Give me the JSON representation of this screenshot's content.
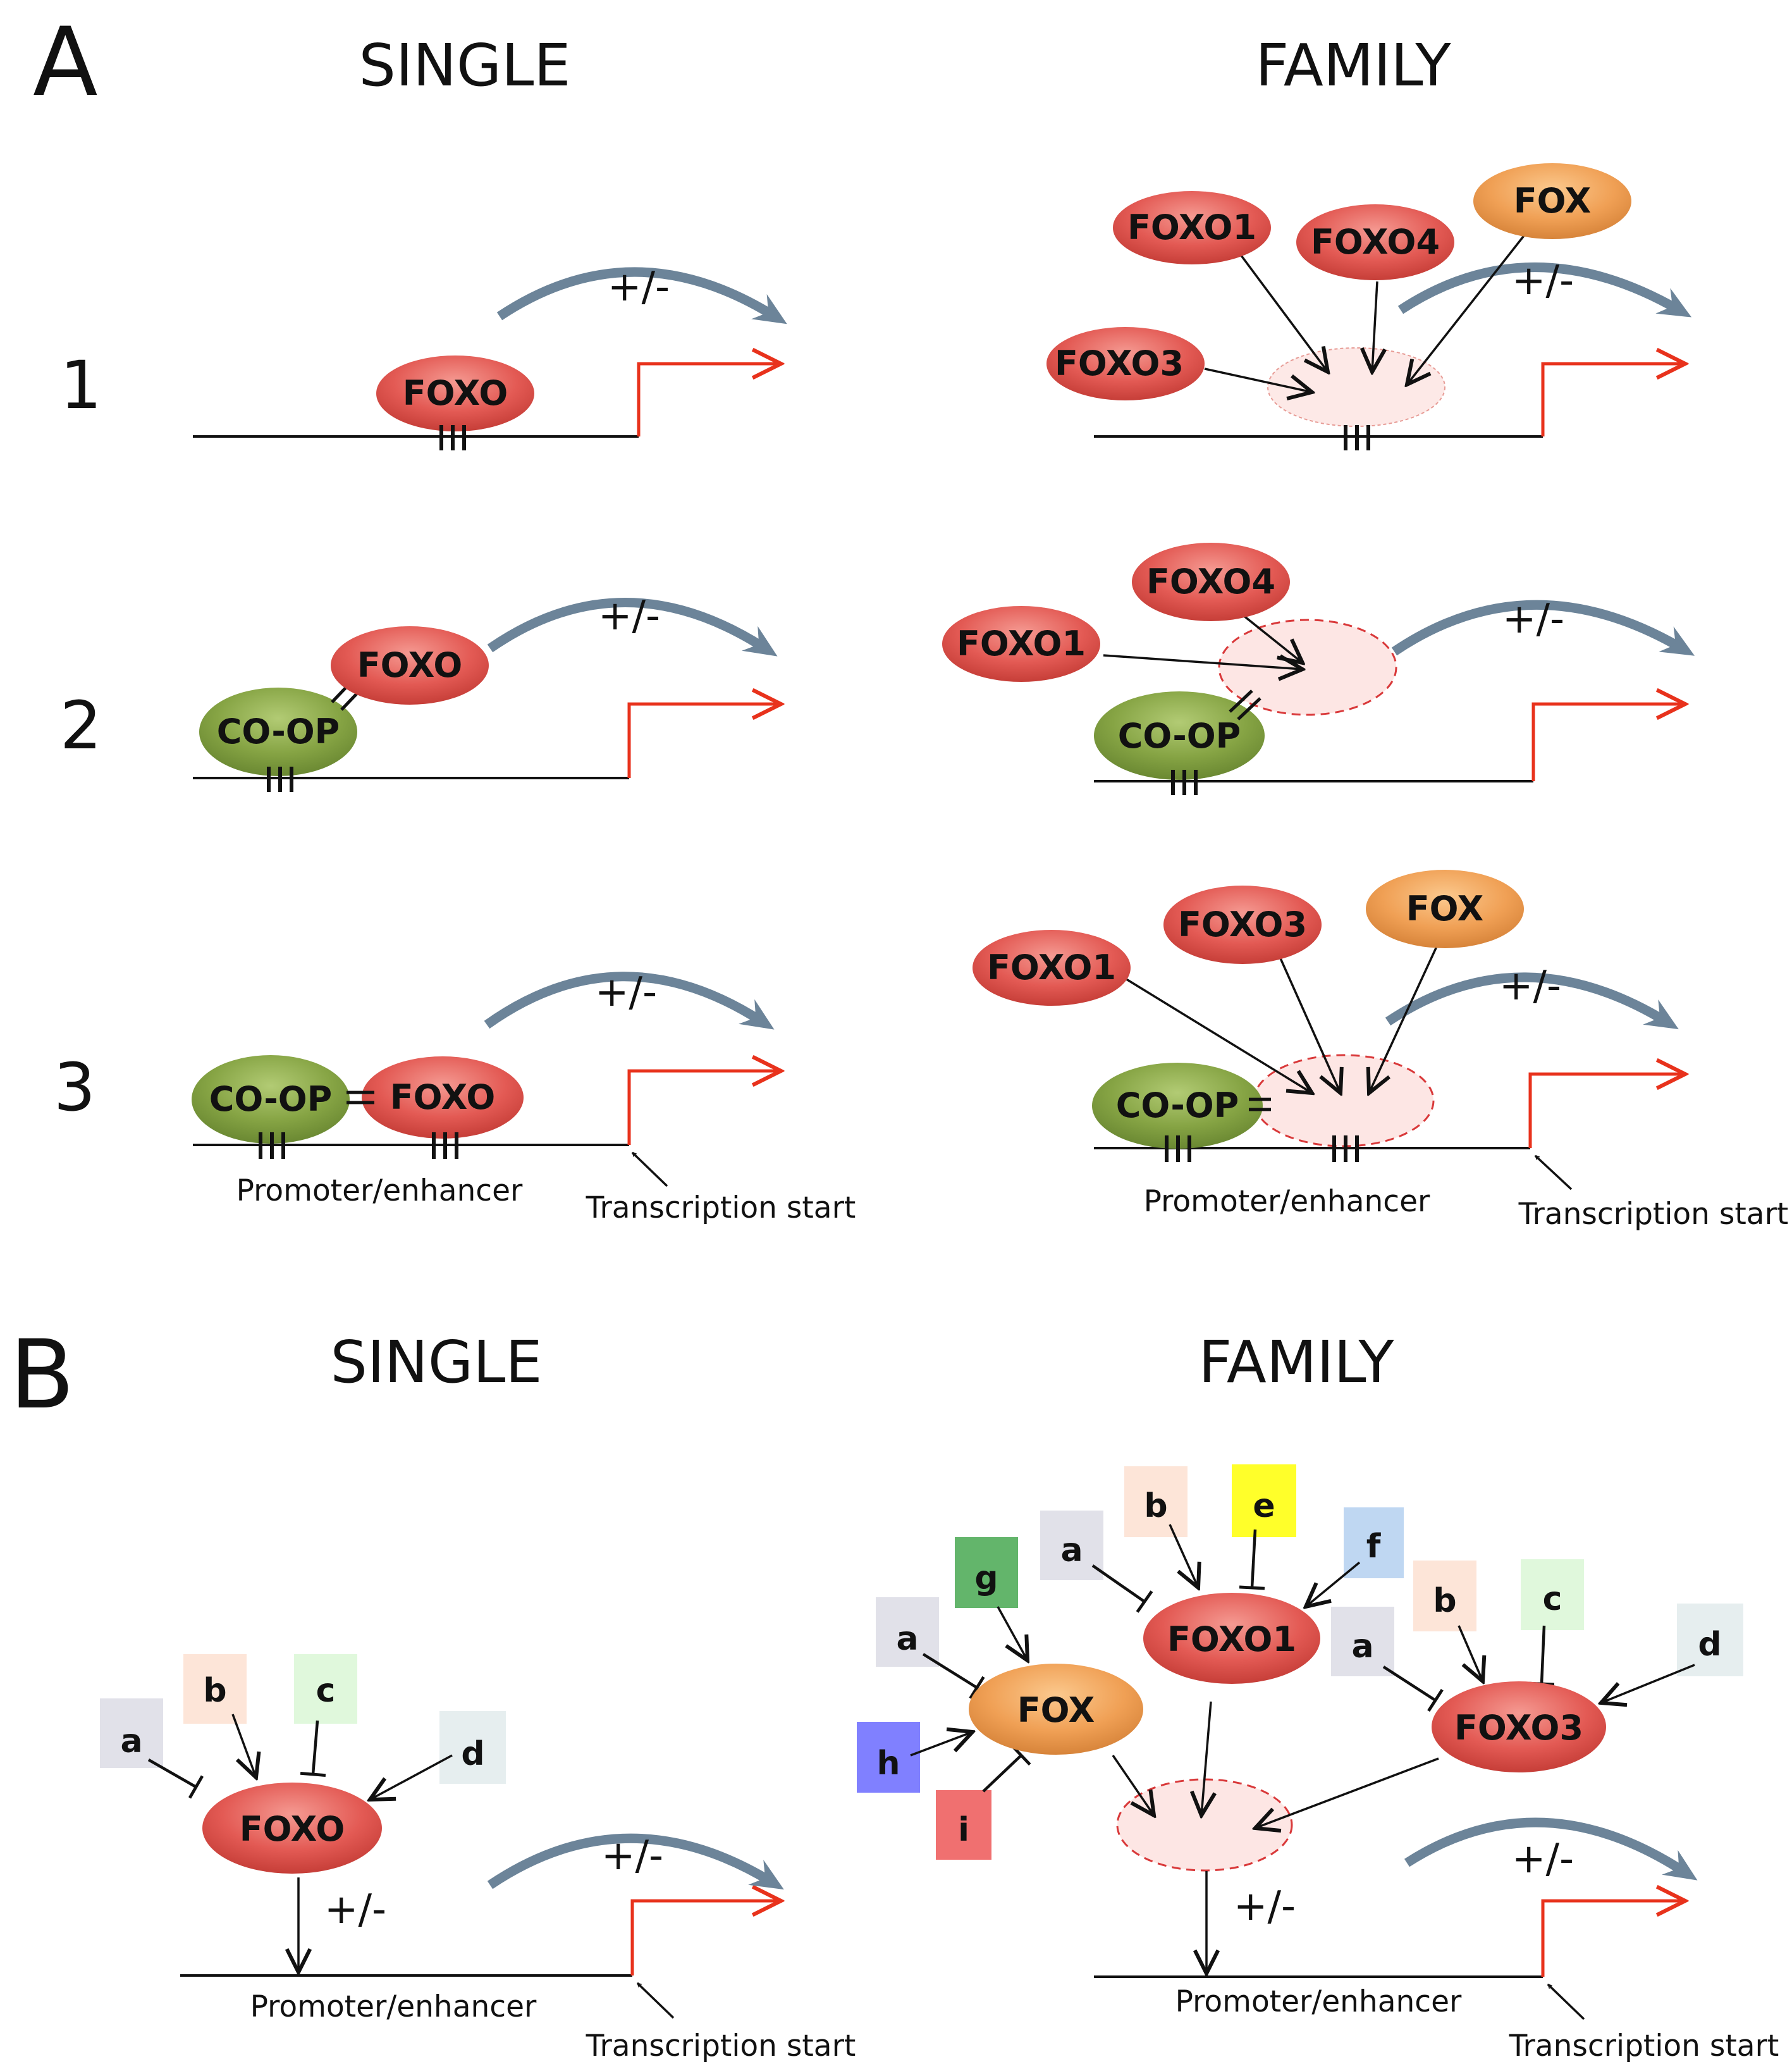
{
  "panels": {
    "a": {
      "letter": "A",
      "single_heading": "SINGLE",
      "family_heading": "FAMILY",
      "rows": [
        "1",
        "2",
        "3"
      ],
      "promoter_label": "Promoter/enhancer",
      "tss_label": "Transcription start",
      "effect_label": "+/-"
    },
    "b": {
      "letter": "B",
      "single_heading": "SINGLE",
      "family_heading": "FAMILY",
      "promoter_label": "Promoter/enhancer",
      "tss_label": "Transcription start",
      "effect_label": "+/-"
    }
  },
  "factors": {
    "foxo": "FOXO",
    "foxo1": "FOXO1",
    "foxo3": "FOXO3",
    "foxo4": "FOXO4",
    "fox": "FOX",
    "coop": "CO-OP"
  },
  "regulators": {
    "a": "a",
    "b": "b",
    "c": "c",
    "d": "d",
    "e": "e",
    "f": "f",
    "g": "g",
    "h": "h",
    "i": "i"
  },
  "colors": {
    "foxo_red": "#e35a54",
    "fox_orange": "#f0a055",
    "coop_green": "#86a444",
    "tss_red": "#e8321c",
    "effect_arc": "#6c8499",
    "target_pink": "#fde4e2",
    "box_a": "#e1e1e9",
    "box_b": "#fde5d8",
    "box_c": "#e0f8dc",
    "box_d": "#e6eeef",
    "box_e": "#ffff2a",
    "box_f": "#bfd7f2",
    "box_g": "#63b56b",
    "box_h": "#8080ff",
    "box_i": "#f07070"
  }
}
